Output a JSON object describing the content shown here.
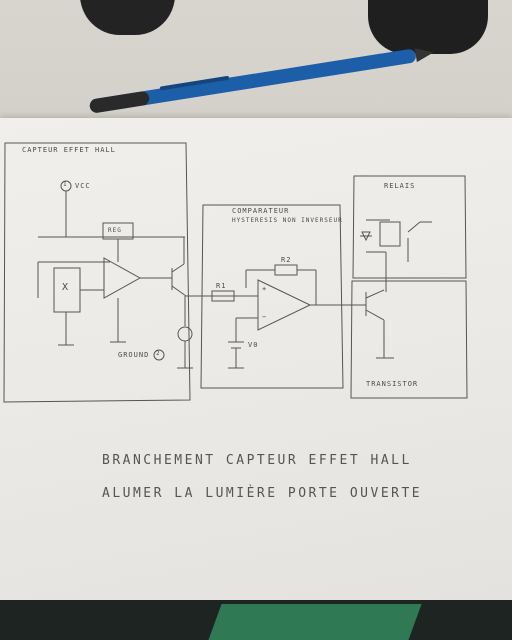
{
  "sections": {
    "hall_sensor": "CAPTEUR EFFET HALL",
    "comparator_line1": "COMPARATEUR",
    "comparator_line2": "HYSTERESIS NON INVERSEUR",
    "relay": "RELAIS",
    "transistor": "TRANSISTOR"
  },
  "labels": {
    "vcc_num": "1",
    "vcc": "VCC",
    "ground_num": "2",
    "ground": "GROUND",
    "reg": "REG",
    "x_block": "X",
    "r1": "R1",
    "r2": "R2",
    "v0": "V0",
    "plus": "+",
    "minus": "−"
  },
  "caption": {
    "line1": "BRANCHEMENT CAPTEUR EFFET HALL",
    "line2": "ALUMER LA LUMIÈRE PORTE OUVERTE"
  },
  "objects": {
    "pen": "blue-pen",
    "cup": "black-cup",
    "mug": "black-mug"
  },
  "colors": {
    "paper": "#efede9",
    "ink": "#4a4a4a",
    "pen_blue": "#1c5fa8",
    "desk": "#d8d5ce"
  }
}
